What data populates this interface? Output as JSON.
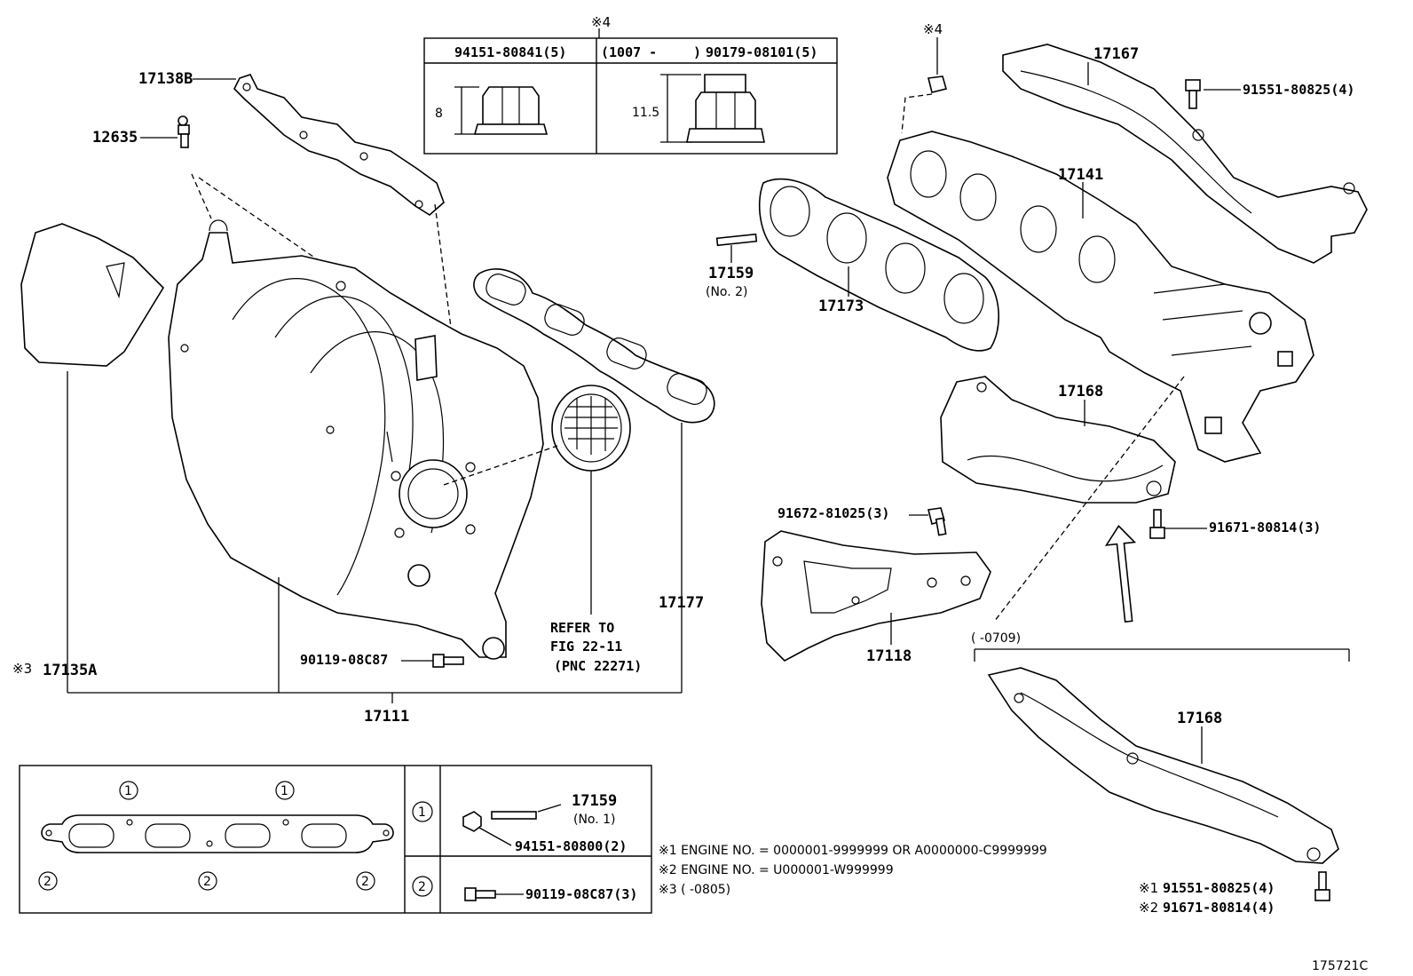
{
  "figure_id": "175721C",
  "nut_table": {
    "header_mark": "※4",
    "left": {
      "part_no": "94151-80841(5)",
      "dim": "8"
    },
    "right": {
      "range": "(1007 -",
      "range_close": ")",
      "part_no": "90179-08101(5)",
      "dim": "11.5"
    }
  },
  "labels": {
    "p17138B": "17138B",
    "p12635": "12635",
    "p17135A_mark": "※3",
    "p17135A": "17135A",
    "p17111": "17111",
    "p17177": "17177",
    "p90119_main": "90119-08C87",
    "refer_line1": "REFER TO",
    "refer_line2": "FIG 22-11",
    "refer_line3": "(PNC 22271)",
    "p17159_no2": "17159",
    "p17159_no2_sub": "(No. 2)",
    "p17173": "17173",
    "p17141": "17141",
    "p17167": "17167",
    "p91551_top": "91551-80825(4)",
    "nut_mark": "※4",
    "p17168_a": "17168",
    "p91672": "91672-81025(3)",
    "p91671_a": "91671-80814(3)",
    "p17118": "17118",
    "range_0709": "(      -0709)",
    "p17168_b": "17168",
    "p91551_b_mark": "※1",
    "p91551_b": "91551-80825(4)",
    "p91671_b_mark": "※2",
    "p91671_b": "91671-80814(4)"
  },
  "legend": {
    "circle1": "1",
    "circle2": "2",
    "row1_part": "17159",
    "row1_sub": "(No. 1)",
    "row1_nut": "94151-80800(2)",
    "row2_bolt": "90119-08C87(3)"
  },
  "notes": [
    "※1 ENGINE NO. = 0000001-9999999 OR A0000000-C9999999",
    "※2 ENGINE NO. = U000001-W999999",
    "※3 (        -0805)"
  ]
}
